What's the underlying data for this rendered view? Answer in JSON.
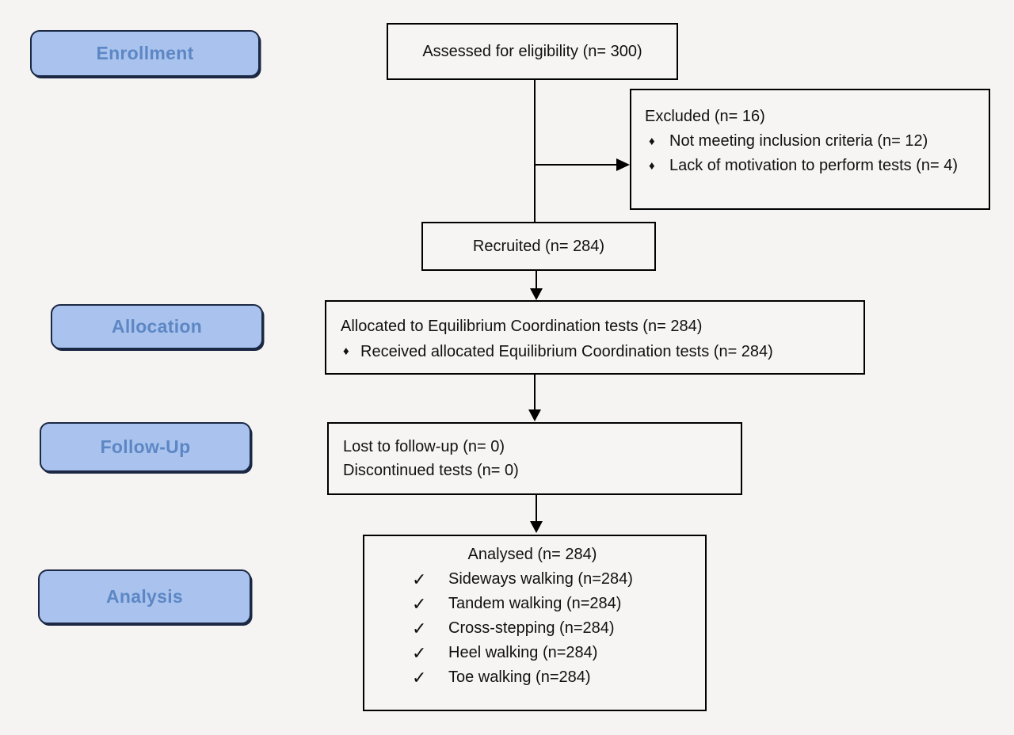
{
  "colors": {
    "page_background": "#f5f4f2",
    "stage_fill": "#a9c3ee",
    "stage_border": "#1b2844",
    "stage_text": "#5d87c4",
    "flow_box_fill": "#f6f5f3",
    "flow_box_border": "#000000",
    "arrow": "#000000"
  },
  "stages": {
    "enrollment": "Enrollment",
    "allocation": "Allocation",
    "followup": "Follow-Up",
    "analysis": "Analysis"
  },
  "boxes": {
    "assessed": {
      "text": "Assessed for eligibility (n= 300)"
    },
    "excluded": {
      "title": "Excluded (n= 16)",
      "bullet": "♦",
      "items": [
        "Not meeting inclusion criteria (n= 12)",
        "Lack of motivation to perform tests (n= 4)"
      ]
    },
    "recruited": {
      "text": "Recruited (n= 284)"
    },
    "allocated": {
      "title": "Allocated to Equilibrium Coordination tests (n= 284)",
      "bullet": "♦",
      "items": [
        "Received allocated Equilibrium Coordination tests (n= 284)"
      ]
    },
    "followup": {
      "lines": [
        "Lost to follow-up (n= 0)",
        "Discontinued tests (n= 0)"
      ]
    },
    "analysed": {
      "title": "Analysed (n= 284)",
      "check": "✓",
      "items": [
        "Sideways walking (n=284)",
        "Tandem walking (n=284)",
        "Cross-stepping (n=284)",
        "Heel walking (n=284)",
        "Toe walking (n=284)"
      ]
    }
  }
}
